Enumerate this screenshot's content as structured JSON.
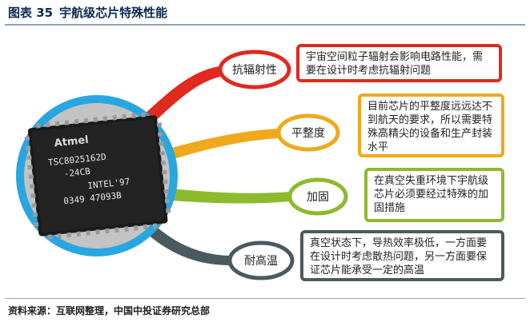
{
  "header": {
    "figure_number": "图表 35",
    "title": "宇航级芯片特殊性能"
  },
  "chip": {
    "logo": "Atmel",
    "marking_lines": [
      "TSC8025162D",
      "-24CB",
      "INTEL'97",
      "0349  47093B"
    ]
  },
  "branches": [
    {
      "label": "抗辐射性",
      "color": "#e02a1f",
      "text": "宇宙空间粒子辐射会影响电路性能，需要在设计时考虑抗辐射问题"
    },
    {
      "label": "平整度",
      "color": "#f0a81c",
      "text": "目前芯片的平整度远远达不到航天的要求，所以需要特殊高精尖的设备和生产封装水平"
    },
    {
      "label": "加固",
      "color": "#8dba2d",
      "text": "在真空失重环境下宇航级芯片必须要经过特殊的加固措施"
    },
    {
      "label": "耐高温",
      "color": "#4b5a5e",
      "text": "真空状态下，导热效率极低，一方面要在设计时考虑散热问题，另一方面要保证芯片能承受一定的高温"
    }
  ],
  "footer": {
    "source": "资料来源：互联网整理，中国中投证券研究总部"
  }
}
